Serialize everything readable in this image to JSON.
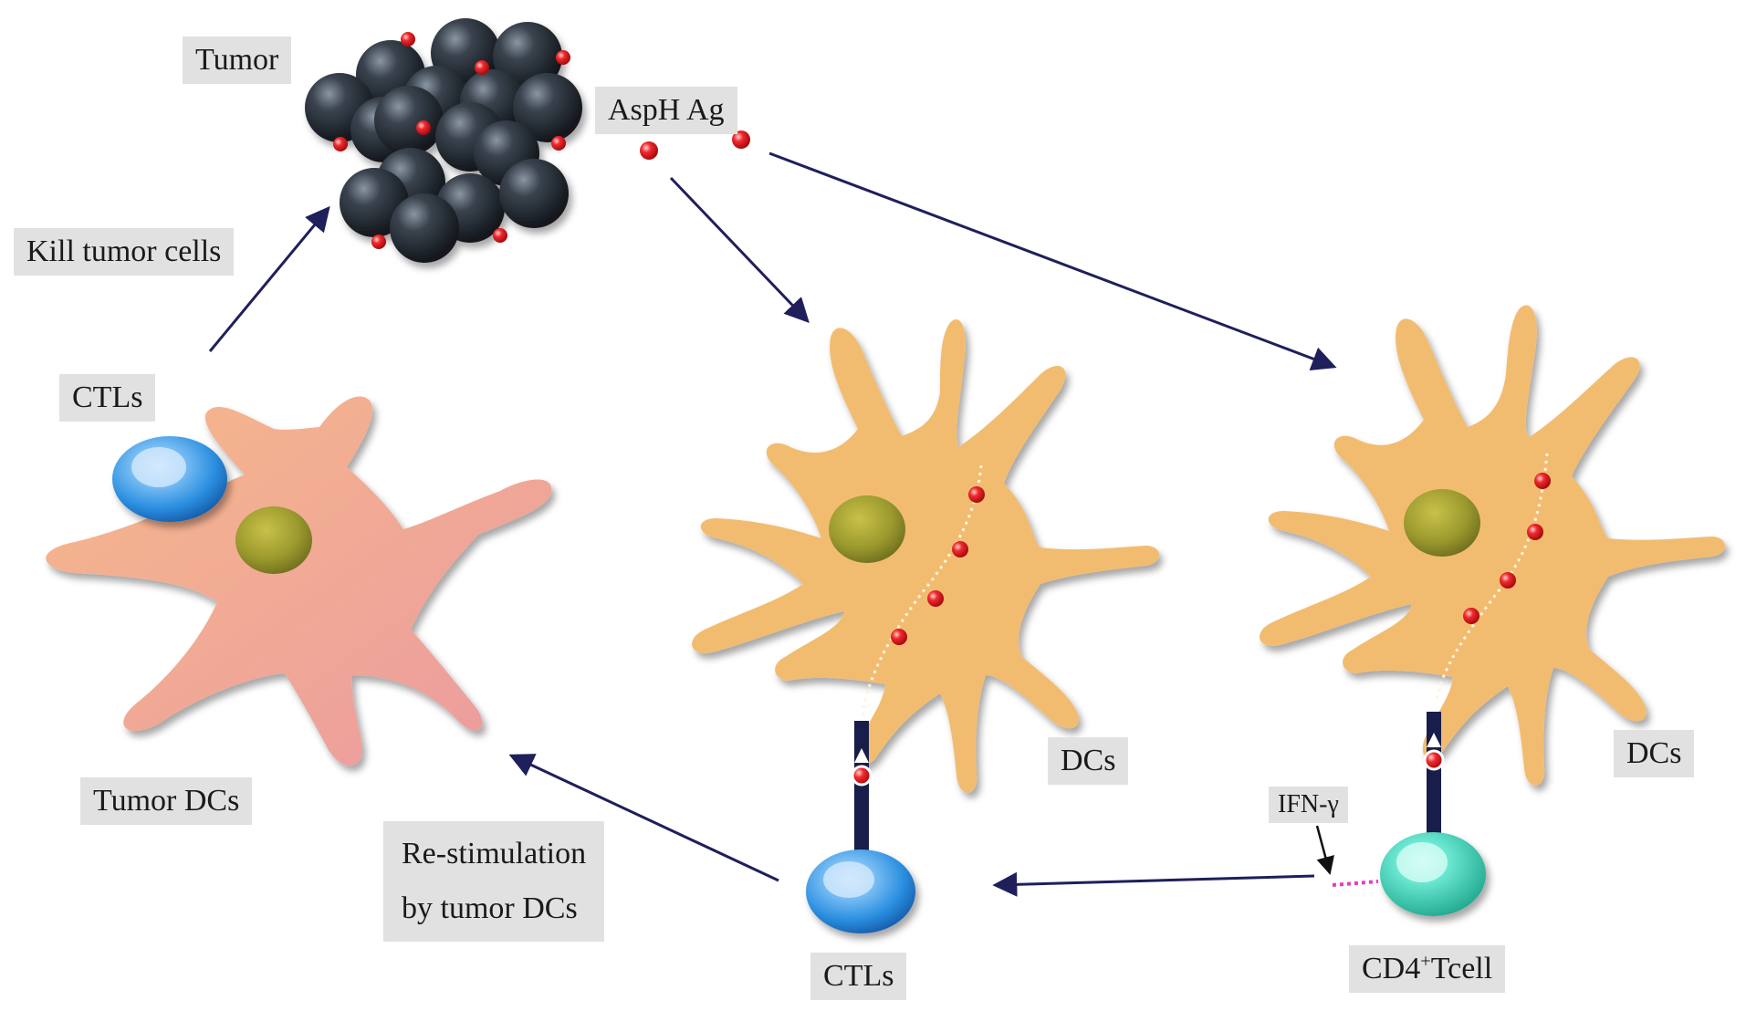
{
  "labels": {
    "tumor": "Tumor",
    "asph_ag": "AspH Ag",
    "kill_tumor_cells": "Kill tumor cells",
    "ctls_top": "CTLs",
    "tumor_dcs": "Tumor DCs",
    "dcs_middle": "DCs",
    "dcs_right": "DCs",
    "restim_line1": "Re-stimulation",
    "restim_line2": "by tumor DCs",
    "ctls_bottom": "CTLs",
    "ifn_gamma": "IFN-γ",
    "cd4_main": "CD4",
    "cd4_sup": "+",
    "cd4_rest": "Tcell"
  },
  "colors": {
    "arrow": "#1f1f5c",
    "dc": "#f2bc70",
    "tumor_dc": "#f0a99a",
    "nucleus": "#9c9a2e",
    "tumor_cell": "#2b323b",
    "antigen": "#e0161a",
    "ctl": "#2b8fe0",
    "cd4": "#3fd1b6",
    "ifn_link": "#e040c0",
    "label_bg": "#e1e1e1"
  }
}
